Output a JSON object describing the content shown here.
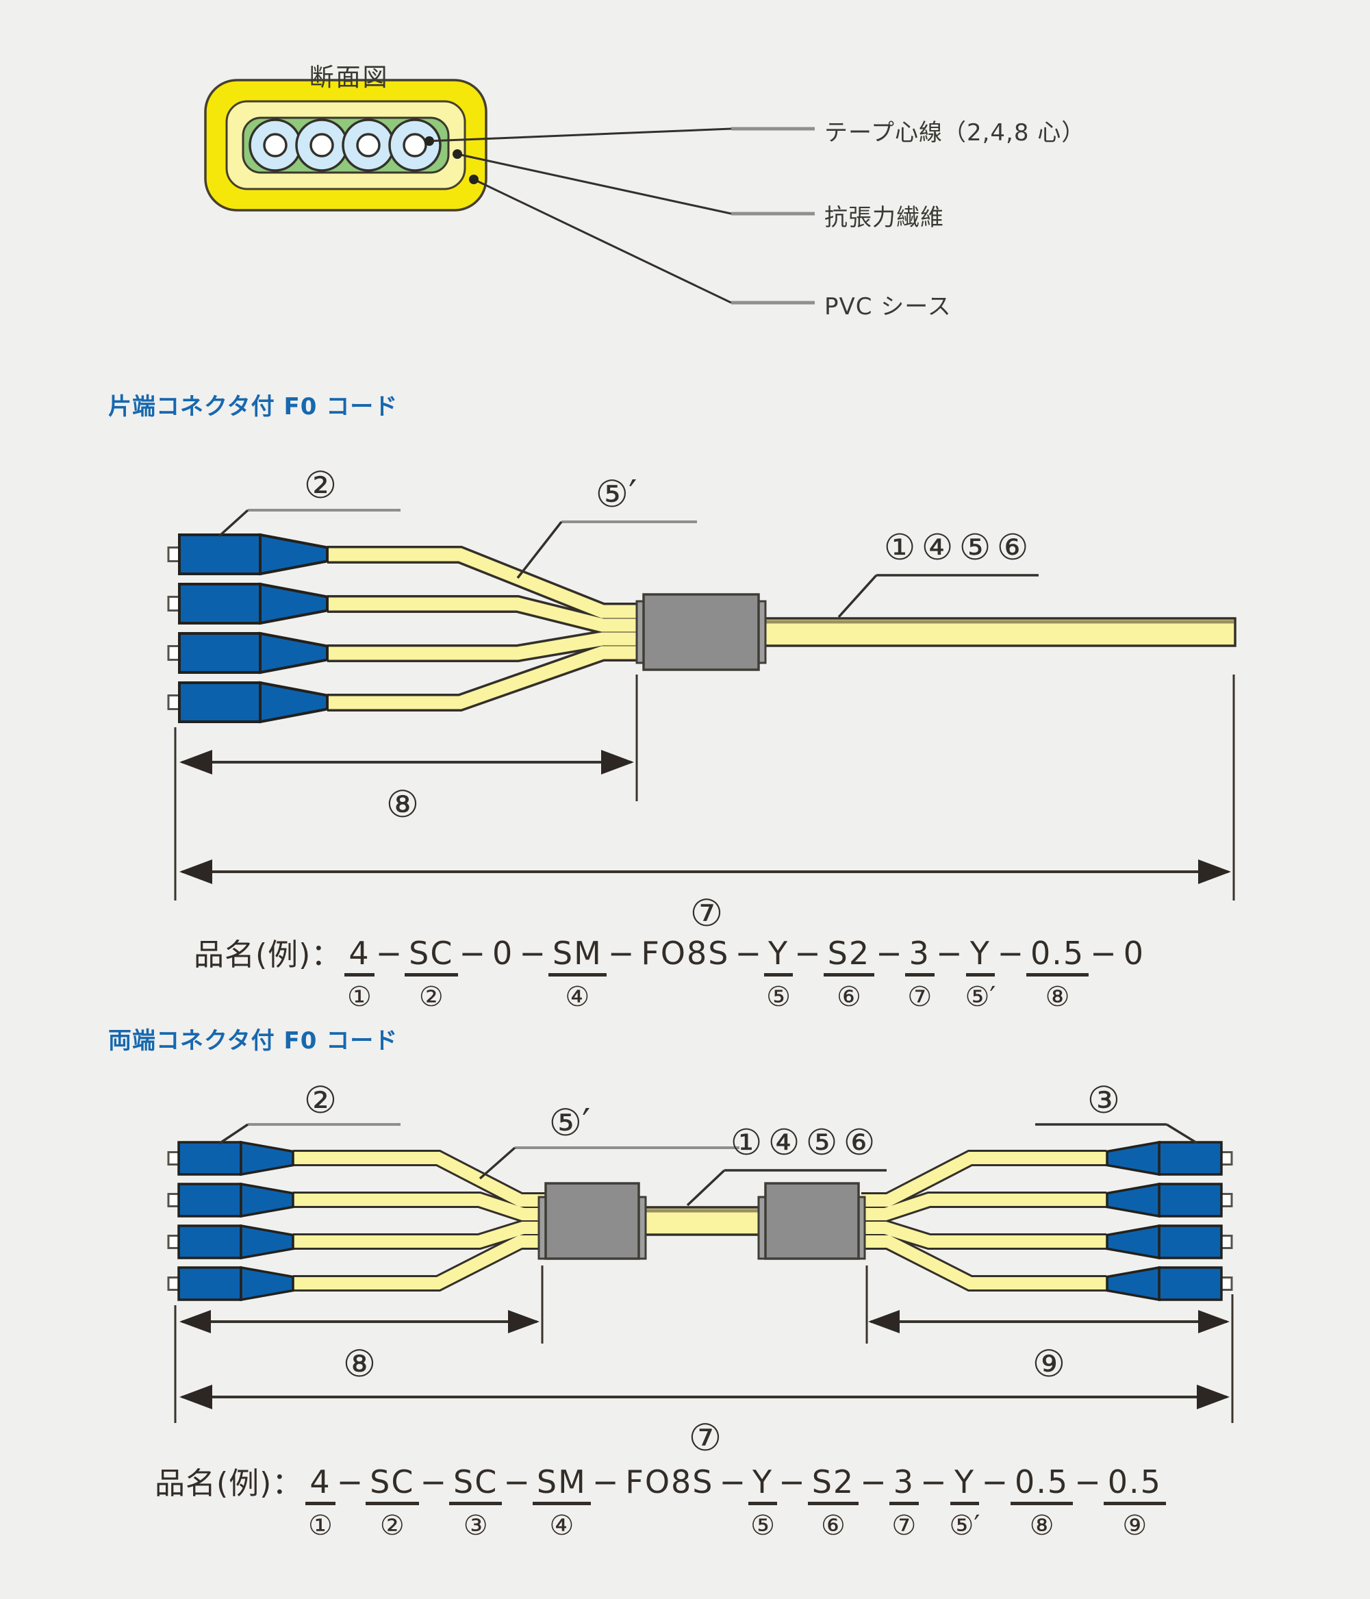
{
  "colors": {
    "background": "#f0f0ef",
    "accent_blue_title": "#1768ae",
    "connector_blue": "#0c61ad",
    "cable_yellow": "#faf3a0",
    "cable_edge_olive": "#9a9160",
    "sheath_yellow": "#f6e70a",
    "inner_sheath_yellow": "#faf4a6",
    "fiber_tape_green": "#90c87c",
    "fiber_blue": "#cfe9f8",
    "boot_gray": "#8d8d8d",
    "line_dark": "#38332c",
    "leader_gray": "#8f8f8f",
    "text_dark": "#3a3a34"
  },
  "cross_section": {
    "title": "断面図",
    "labels": [
      "テープ心線（2,4,8 心）",
      "抗張力繊維",
      "PVC シース"
    ]
  },
  "section1": {
    "title": "片端コネクタ付 F0 コード",
    "callouts": {
      "connector": "②",
      "fanout": "⑤′",
      "cable": [
        "①",
        "④",
        "⑤",
        "⑥"
      ],
      "dim_connector_side": "⑧",
      "dim_total": "⑦"
    },
    "part_name": {
      "prefix": "品名(例)：",
      "segments": [
        {
          "t": "4",
          "u": true,
          "l": "①"
        },
        {
          "t": "−",
          "u": false,
          "l": "",
          "dash": true
        },
        {
          "t": "SC",
          "u": true,
          "l": "②"
        },
        {
          "t": "−",
          "u": false,
          "l": "",
          "dash": true
        },
        {
          "t": "0",
          "u": false,
          "l": ""
        },
        {
          "t": "−",
          "u": false,
          "l": "",
          "dash": true
        },
        {
          "t": "SM",
          "u": true,
          "l": "④"
        },
        {
          "t": "−",
          "u": false,
          "l": "",
          "dash": true
        },
        {
          "t": "FO8S",
          "u": false,
          "l": ""
        },
        {
          "t": "−",
          "u": false,
          "l": "",
          "dash": true
        },
        {
          "t": "Y",
          "u": true,
          "l": "⑤"
        },
        {
          "t": "−",
          "u": false,
          "l": "",
          "dash": true
        },
        {
          "t": "S2",
          "u": true,
          "l": "⑥"
        },
        {
          "t": "−",
          "u": false,
          "l": "",
          "dash": true
        },
        {
          "t": "3",
          "u": true,
          "l": "⑦"
        },
        {
          "t": "−",
          "u": false,
          "l": "",
          "dash": true
        },
        {
          "t": "Y",
          "u": true,
          "l": "⑤′"
        },
        {
          "t": "−",
          "u": false,
          "l": "",
          "dash": true
        },
        {
          "t": "0.5",
          "u": true,
          "l": "⑧"
        },
        {
          "t": "−",
          "u": false,
          "l": "",
          "dash": true
        },
        {
          "t": "0",
          "u": false,
          "l": ""
        }
      ]
    }
  },
  "section2": {
    "title": "両端コネクタ付 F0 コード",
    "callouts": {
      "connector_left": "②",
      "fanout": "⑤′",
      "cable": [
        "①",
        "④",
        "⑤",
        "⑥"
      ],
      "connector_right": "③",
      "dim_left": "⑧",
      "dim_right": "⑨",
      "dim_total": "⑦"
    },
    "part_name": {
      "prefix": "品名(例)：",
      "segments": [
        {
          "t": "4",
          "u": true,
          "l": "①"
        },
        {
          "t": "−",
          "u": false,
          "l": "",
          "dash": true
        },
        {
          "t": "SC",
          "u": true,
          "l": "②"
        },
        {
          "t": "−",
          "u": false,
          "l": "",
          "dash": true
        },
        {
          "t": "SC",
          "u": true,
          "l": "③"
        },
        {
          "t": "−",
          "u": false,
          "l": "",
          "dash": true
        },
        {
          "t": "SM",
          "u": true,
          "l": "④"
        },
        {
          "t": "−",
          "u": false,
          "l": "",
          "dash": true
        },
        {
          "t": "FO8S",
          "u": false,
          "l": ""
        },
        {
          "t": "−",
          "u": false,
          "l": "",
          "dash": true
        },
        {
          "t": "Y",
          "u": true,
          "l": "⑤"
        },
        {
          "t": "−",
          "u": false,
          "l": "",
          "dash": true
        },
        {
          "t": "S2",
          "u": true,
          "l": "⑥"
        },
        {
          "t": "−",
          "u": false,
          "l": "",
          "dash": true
        },
        {
          "t": "3",
          "u": true,
          "l": "⑦"
        },
        {
          "t": "−",
          "u": false,
          "l": "",
          "dash": true
        },
        {
          "t": "Y",
          "u": true,
          "l": "⑤′"
        },
        {
          "t": "−",
          "u": false,
          "l": "",
          "dash": true
        },
        {
          "t": "0.5",
          "u": true,
          "l": "⑧"
        },
        {
          "t": "−",
          "u": false,
          "l": "",
          "dash": true
        },
        {
          "t": "0.5",
          "u": true,
          "l": "⑨"
        }
      ]
    }
  }
}
